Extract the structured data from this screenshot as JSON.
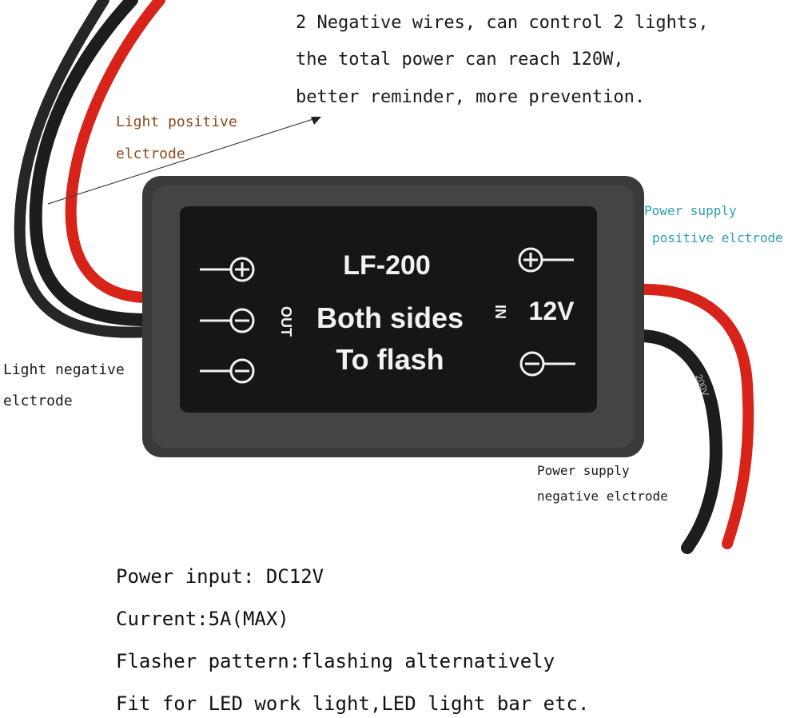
{
  "intro": {
    "line1": "2 Negative wires, can control 2 lights,",
    "line2": "the total power can reach 120W,",
    "line3": "better reminder, more prevention."
  },
  "labels": {
    "light_positive_1": "Light positive",
    "light_positive_2": "elctrode",
    "light_negative_1": "Light negative",
    "light_negative_2": "elctrode",
    "power_positive_1": "Power supply",
    "power_positive_2": "positive elctrode",
    "power_negative_1": "Power supply",
    "power_negative_2": "negative elctrode"
  },
  "device": {
    "model": "LF-200",
    "line1": "Both sides",
    "line2": "To flash",
    "voltage": "12V",
    "out_label": "OUT",
    "in_label": "IN",
    "wire_print": "200V"
  },
  "specs": {
    "power_input": "Power input: DC12V",
    "current": "Current:5A(MAX)",
    "pattern": "Flasher pattern:flashing alternatively",
    "fit": "Fit for LED work light,LED light bar etc."
  },
  "colors": {
    "wire_red": "#d8231b",
    "wire_black": "#1d1d1d",
    "case": "#3a3a3a",
    "panel": "#161616"
  }
}
